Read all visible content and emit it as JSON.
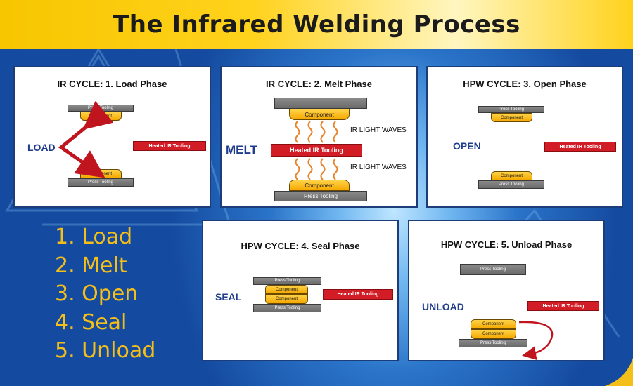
{
  "header": {
    "title": "The Infrared Welding Process"
  },
  "labels": {
    "press_tooling": "Press Tooling",
    "component": "Component",
    "heated_ir_tooling": "Heated IR Tooling",
    "ir_light_waves": "IR LIGHT WAVES"
  },
  "panels": [
    {
      "title": "IR CYCLE:  1. Load Phase",
      "phase": "LOAD"
    },
    {
      "title": "IR CYCLE:  2. Melt Phase",
      "phase": "MELT"
    },
    {
      "title": "HPW CYCLE:  3. Open Phase",
      "phase": "OPEN"
    },
    {
      "title": "HPW CYCLE:  4. Seal Phase",
      "phase": "SEAL"
    },
    {
      "title": "HPW CYCLE:  5. Unload Phase",
      "phase": "UNLOAD"
    }
  ],
  "steps": [
    "1. Load",
    "2. Melt",
    "3. Open",
    "4. Seal",
    "5. Unload"
  ],
  "colors": {
    "banner": "#ffd21c",
    "title_text": "#1b1b1b",
    "step_text": "#f5bf1a",
    "phase_label": "#1f3d8c",
    "heated_tooling": "#d21d26",
    "component": "#f5b400",
    "press_tooling": "#7a7a7a",
    "arrow": "#c0151f"
  }
}
